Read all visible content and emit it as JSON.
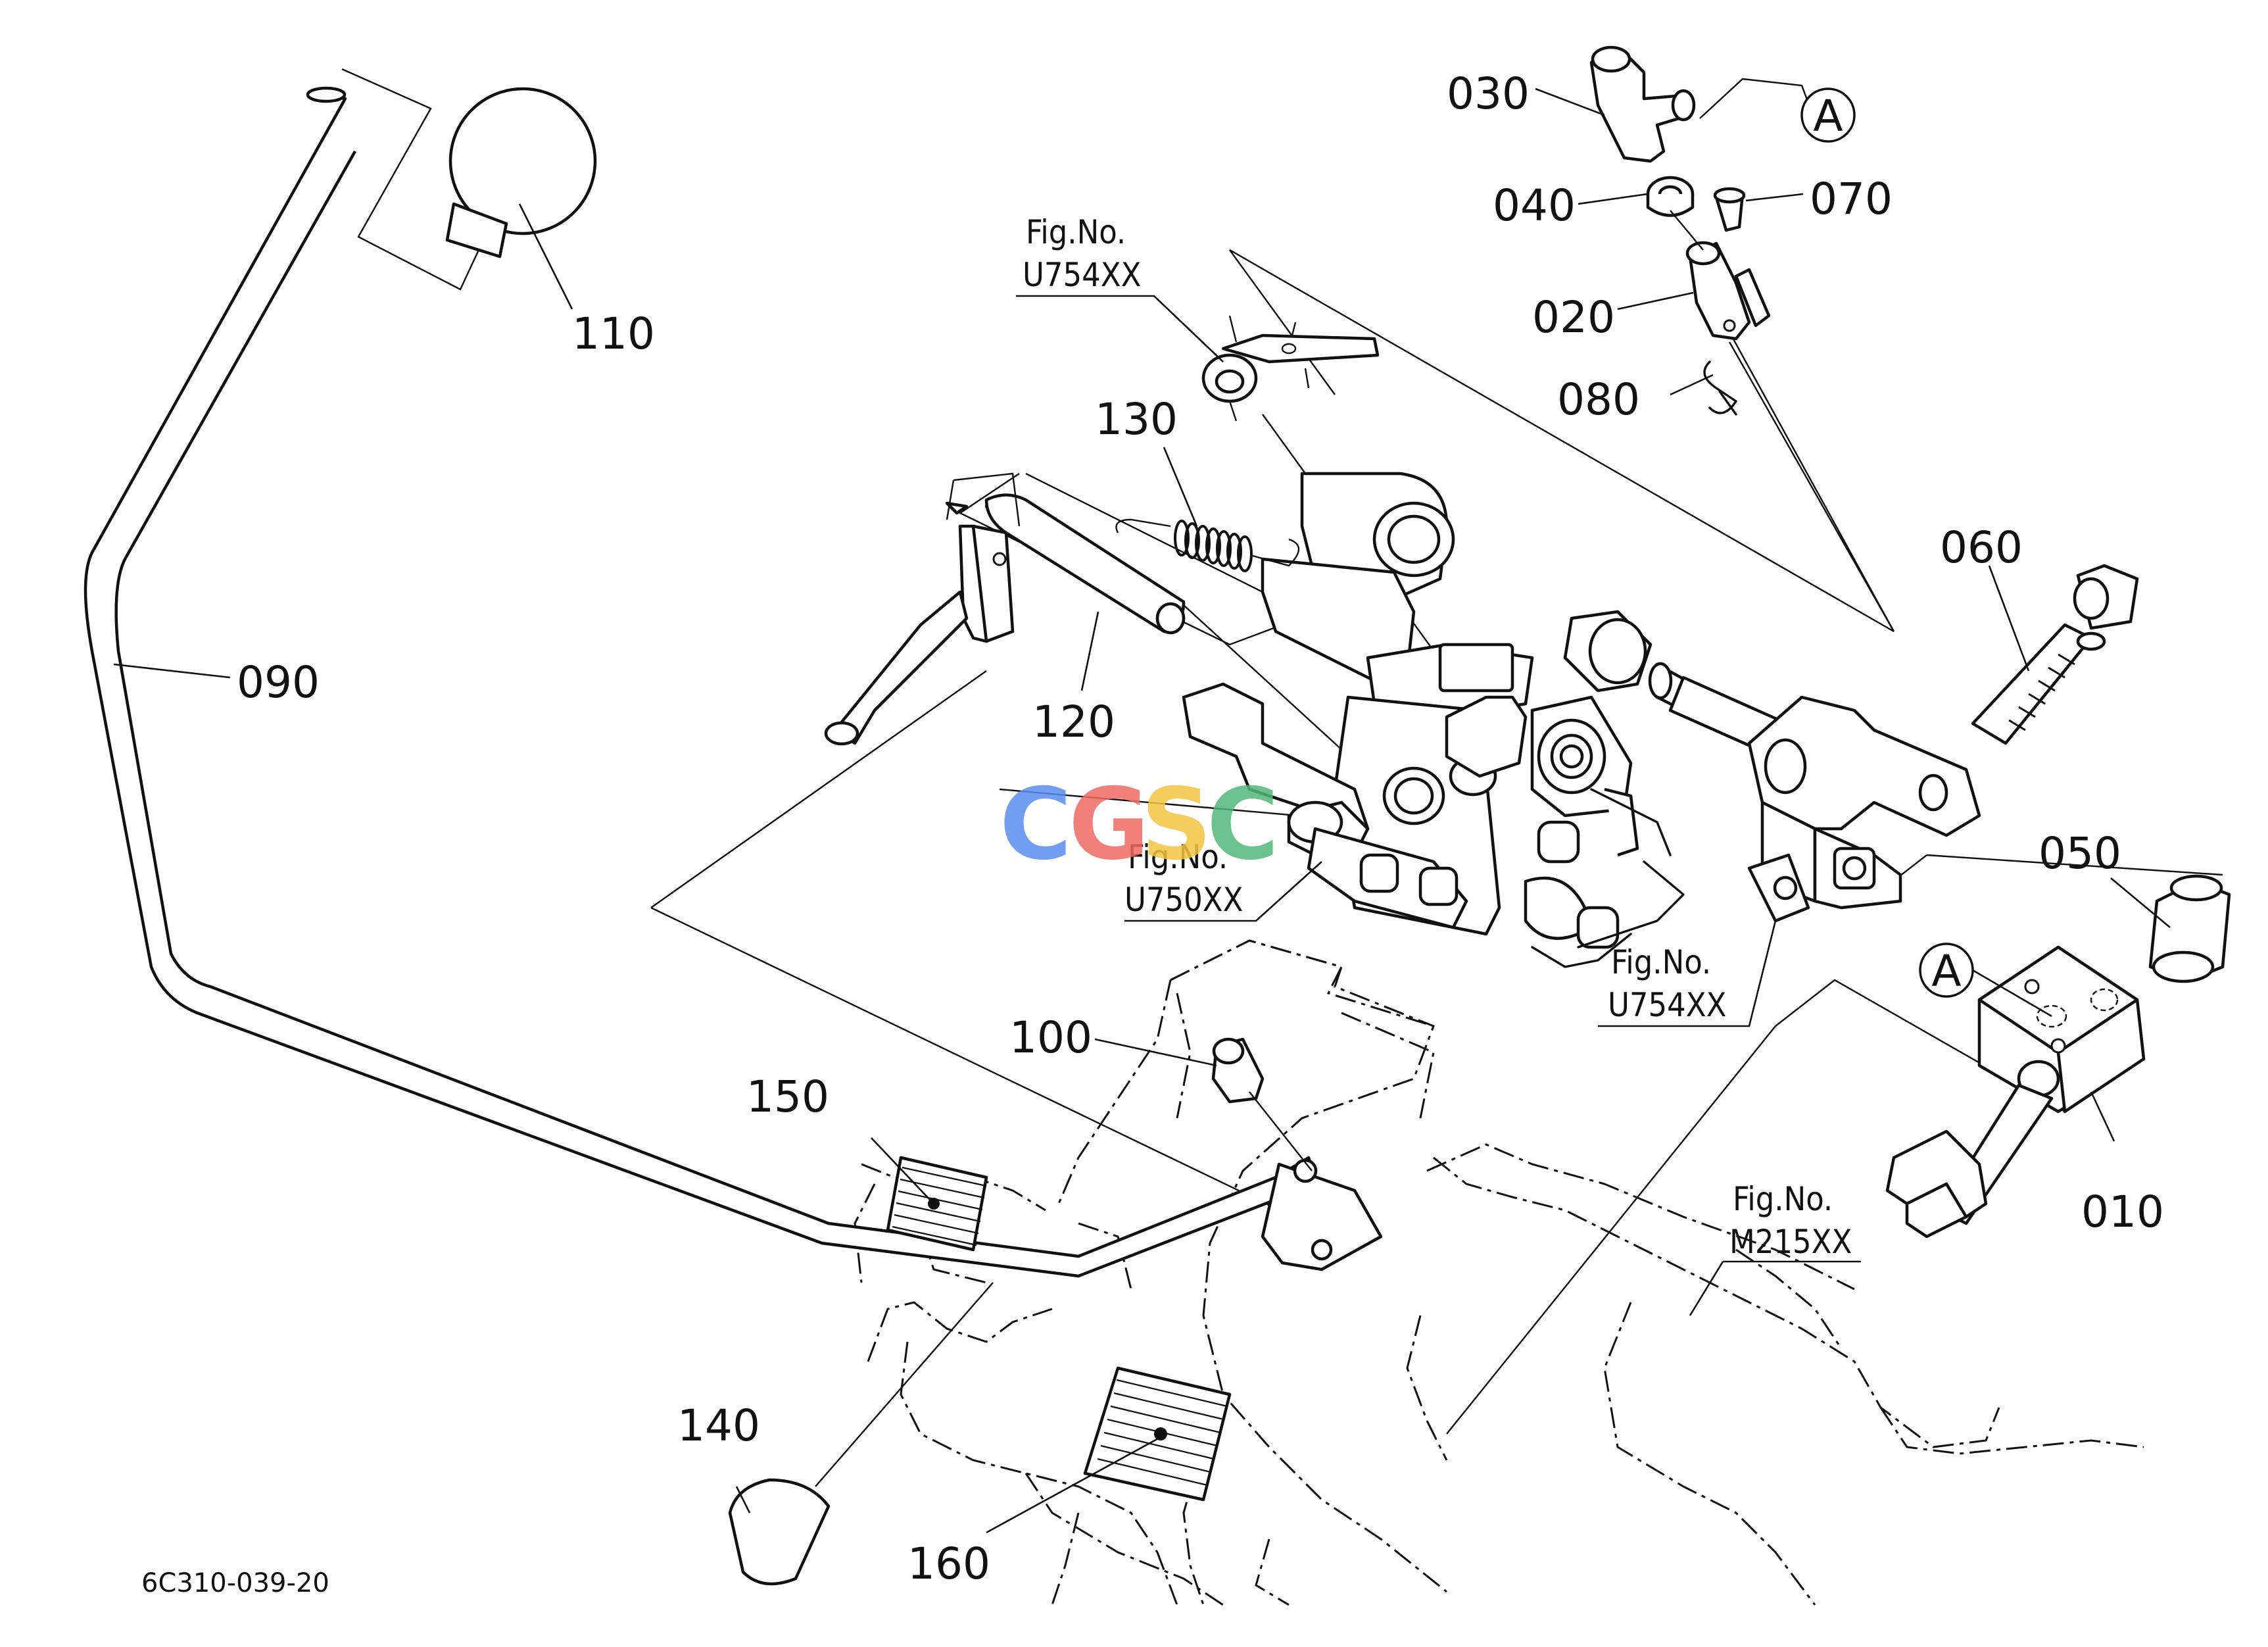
{
  "diagram": {
    "code": "6C310-039-20",
    "callouts": [
      "010",
      "020",
      "030",
      "040",
      "050",
      "060",
      "070",
      "080",
      "090",
      "100",
      "110",
      "120",
      "130",
      "140",
      "150",
      "160"
    ],
    "reference_circle": "A",
    "figure_refs": [
      {
        "heading": "Fig.No.",
        "number": "U754XX"
      },
      {
        "heading": "Fig.No.",
        "number": "U750XX"
      },
      {
        "heading": "Fig.No.",
        "number": "U754XX"
      },
      {
        "heading": "Fig.No.",
        "number": "M215XX"
      }
    ],
    "watermark": {
      "text": "CGSC",
      "colors": [
        "#5b8def",
        "#ef6b63",
        "#f4c542",
        "#53b87a"
      ]
    }
  }
}
